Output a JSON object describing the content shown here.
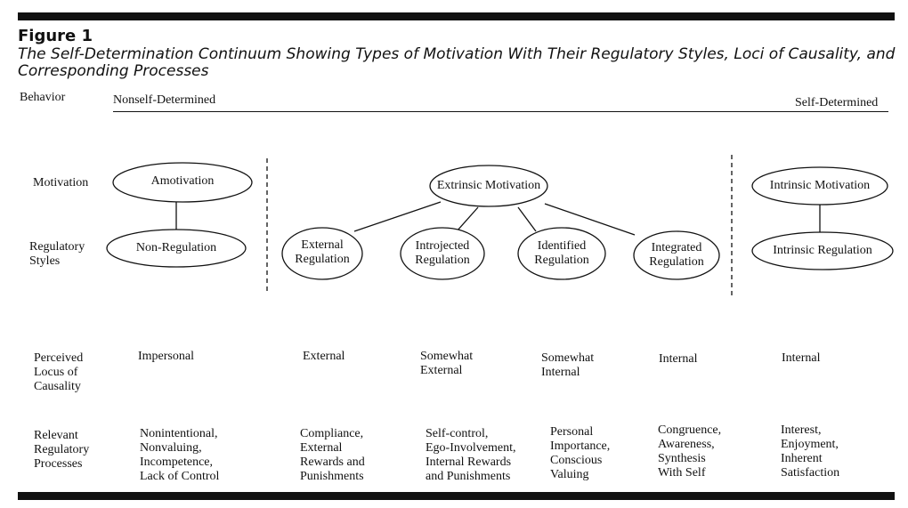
{
  "figure": {
    "label": "Figure 1",
    "caption": "The Self-Determination Continuum Showing Types of Motivation With Their Regulatory Styles, Loci of Causality, and Corresponding Processes"
  },
  "behavior_row": {
    "label": "Behavior",
    "left_end": "Nonself-Determined",
    "right_end": "Self-Determined"
  },
  "row_labels": {
    "motivation": "Motivation",
    "regulatory_styles": "Regulatory\nStyles",
    "locus": "Perceived\nLocus of\nCausality",
    "processes": "Relevant\nRegulatory\nProcesses"
  },
  "nodes": {
    "amotivation": "Amotivation",
    "non_regulation": "Non-Regulation",
    "extrinsic_motivation": "Extrinsic Motivation",
    "external_regulation": "External\nRegulation",
    "introjected_regulation": "Introjected\nRegulation",
    "identified_regulation": "Identified\nRegulation",
    "integrated_regulation": "Integrated\nRegulation",
    "intrinsic_motivation": "Intrinsic Motivation",
    "intrinsic_regulation": "Intrinsic Regulation"
  },
  "locus_values": [
    "Impersonal",
    "External",
    "Somewhat\nExternal",
    "Somewhat\nInternal",
    "Internal",
    "Internal"
  ],
  "process_values": [
    "Nonintentional,\nNonvaluing,\nIncompetence,\nLack of Control",
    "Compliance,\nExternal\nRewards and\nPunishments",
    "Self-control,\nEgo-Involvement,\nInternal Rewards\nand Punishments",
    "Personal\nImportance,\nConscious\nValuing",
    "Congruence,\nAwareness,\nSynthesis\nWith Self",
    "Interest,\nEnjoyment,\nInherent\nSatisfaction"
  ]
}
